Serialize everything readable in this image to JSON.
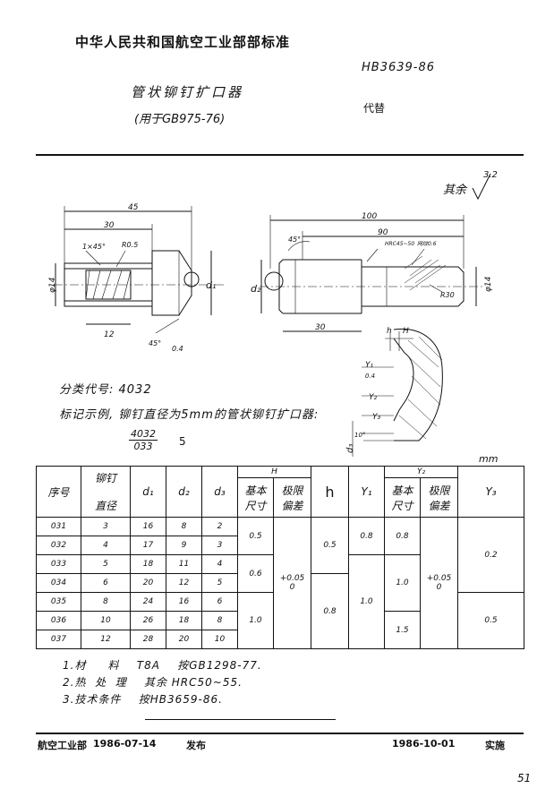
{
  "header": {
    "standard_org": "中华人民共和国航空工业部部标准",
    "standard_no": "HB3639-86",
    "title": "管状铆钉扩口器",
    "replaces": "代替",
    "use_note": "(用于GB975-76)"
  },
  "drawing": {
    "roughness_label": "其余",
    "roughness_value": "3.2",
    "dims": {
      "d45": "45",
      "d30": "30",
      "d12": "12",
      "d14": "φ14",
      "chamfer": "1×45°",
      "r05": "R0.5",
      "d1": "d₁",
      "a45": "45°",
      "d04": "0.4",
      "d100": "100",
      "d90": "90",
      "d2": "d₂",
      "a45b": "45°",
      "hrc": "HRC45~50",
      "knurl": "网纹0.6",
      "r30": "R30",
      "d14b": "φ14",
      "d30b": "30",
      "h": "h",
      "H": "H",
      "y1": "Y₁",
      "y2": "Y₂",
      "y3": "Y₃",
      "r04": "0.4",
      "a10": "10°",
      "d3": "d₃"
    }
  },
  "classification": "分类代号: 4032",
  "marking_example": "标记示例, 铆钉直径为5mm的管状铆钉扩口器:",
  "marking_code_top": "4032",
  "marking_code_bottom": "033",
  "marking_size": "5",
  "unit": "mm",
  "table": {
    "headers": {
      "seq": "序号",
      "rivet": "铆钉",
      "dia": "直径",
      "d1": "d₁",
      "d2": "d₂",
      "d3": "d₃",
      "H": "H",
      "basic": "基本",
      "size": "尺寸",
      "limit": "极限",
      "dev": "偏差",
      "h": "h",
      "y1": "Y₁",
      "y2": "Y₂",
      "y3": "Y₃"
    },
    "rows": [
      [
        "031",
        "3",
        "16",
        "8",
        "2"
      ],
      [
        "032",
        "4",
        "17",
        "9",
        "3"
      ],
      [
        "033",
        "5",
        "18",
        "11",
        "4"
      ],
      [
        "034",
        "6",
        "20",
        "12",
        "5"
      ],
      [
        "035",
        "8",
        "24",
        "16",
        "6"
      ],
      [
        "036",
        "10",
        "26",
        "18",
        "8"
      ],
      [
        "037",
        "12",
        "28",
        "20",
        "10"
      ]
    ],
    "merged": {
      "H_basic_a": "0.5",
      "H_basic_b": "0.6",
      "H_basic_c": "1.0",
      "H_dev": "+0.05\n0",
      "h_a": "0.5",
      "h_b": "0.8",
      "y1_a": "0.8",
      "y1_b": "1.0",
      "y2_basic_a": "0.8",
      "y2_basic_b": "1.0",
      "y2_basic_c": "1.5",
      "y2_dev": "+0.05\n0",
      "y3_a": "0.2",
      "y3_b": "0.5"
    }
  },
  "notes": [
    "1.材     料    T8A    按GB1298-77.",
    "2.热  处  理    其余 HRC50~55.",
    "3.技术条件    按HB3659-86."
  ],
  "footer": {
    "issuer": "航空工业部",
    "issue_date": "1986-07-14",
    "issued": "发布",
    "effective_date": "1986-10-01",
    "effective": "实施"
  },
  "page_number": "51"
}
